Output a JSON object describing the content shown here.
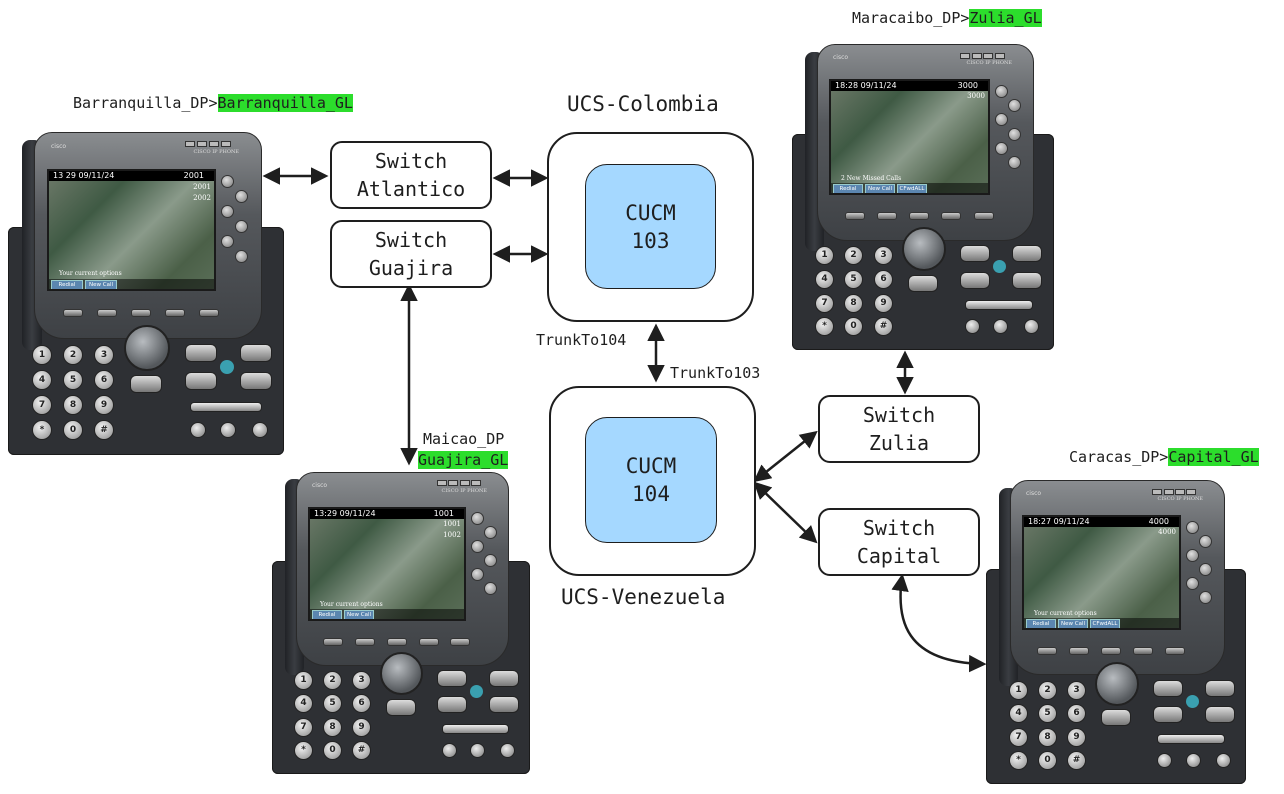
{
  "colors": {
    "cucm_fill": "#a5d8ff",
    "highlight": "#2cdd2c",
    "stroke": "#1e1e1e"
  },
  "ucs_colombia": {
    "title": "UCS-Colombia",
    "cucm": [
      "CUCM",
      "103"
    ]
  },
  "ucs_venezuela": {
    "title": "UCS-Venezuela",
    "cucm": [
      "CUCM",
      "104"
    ]
  },
  "switches": {
    "atlantico": [
      "Switch",
      "Atlantico"
    ],
    "guajira": [
      "Switch",
      "Guajira"
    ],
    "zulia": [
      "Switch",
      "Zulia"
    ],
    "capital": [
      "Switch",
      "Capital"
    ]
  },
  "trunks": {
    "to104": "TrunkTo104",
    "to103": "TrunkTo103"
  },
  "labels": {
    "barranquilla": {
      "dp": "Barranquilla_DP>",
      "gl": "Barranquilla_GL "
    },
    "maracaibo": {
      "dp": "Maracaibo_DP>",
      "gl": "Zulia_GL"
    },
    "maicao": {
      "dp": "Maicao_DP",
      "gl": " Guajira_GL"
    },
    "caracas": {
      "dp": "Caracas_DP>",
      "gl": "Capital_GL"
    }
  },
  "phones": {
    "barranquilla": {
      "time": "13 29 09/11/24",
      "ext": "2001",
      "lines": [
        "2001",
        "2002"
      ],
      "msg": "Your current options",
      "softkeys": [
        "Redial",
        "New Call"
      ]
    },
    "maracaibo": {
      "time": "18:28 09/11/24",
      "ext": "3000",
      "lines": [
        "3000"
      ],
      "msg": "2 New Missed Calls",
      "softkeys": [
        "Redial",
        "New Call",
        "CFwdALL"
      ]
    },
    "maicao": {
      "time": "13:29 09/11/24",
      "ext": "1001",
      "lines": [
        "1001",
        "1002"
      ],
      "msg": "Your current options",
      "softkeys": [
        "Redial",
        "New Call"
      ]
    },
    "caracas": {
      "time": "18:27 09/11/24",
      "ext": "4000",
      "lines": [
        "4000"
      ],
      "msg": "Your current options",
      "softkeys": [
        "Redial",
        "New Call",
        "CFwdALL"
      ]
    },
    "brand_small": "CISCO IP PHONE",
    "logo": "cisco",
    "keys": [
      "1",
      "2",
      "3",
      "4",
      "5",
      "6",
      "7",
      "8",
      "9",
      "*",
      "0",
      "#"
    ],
    "icon_names": [
      "messages-icon",
      "directories-icon",
      "settings-icon",
      "services-icon",
      "help-icon",
      "headset-icon",
      "mute-icon",
      "speaker-icon"
    ]
  }
}
